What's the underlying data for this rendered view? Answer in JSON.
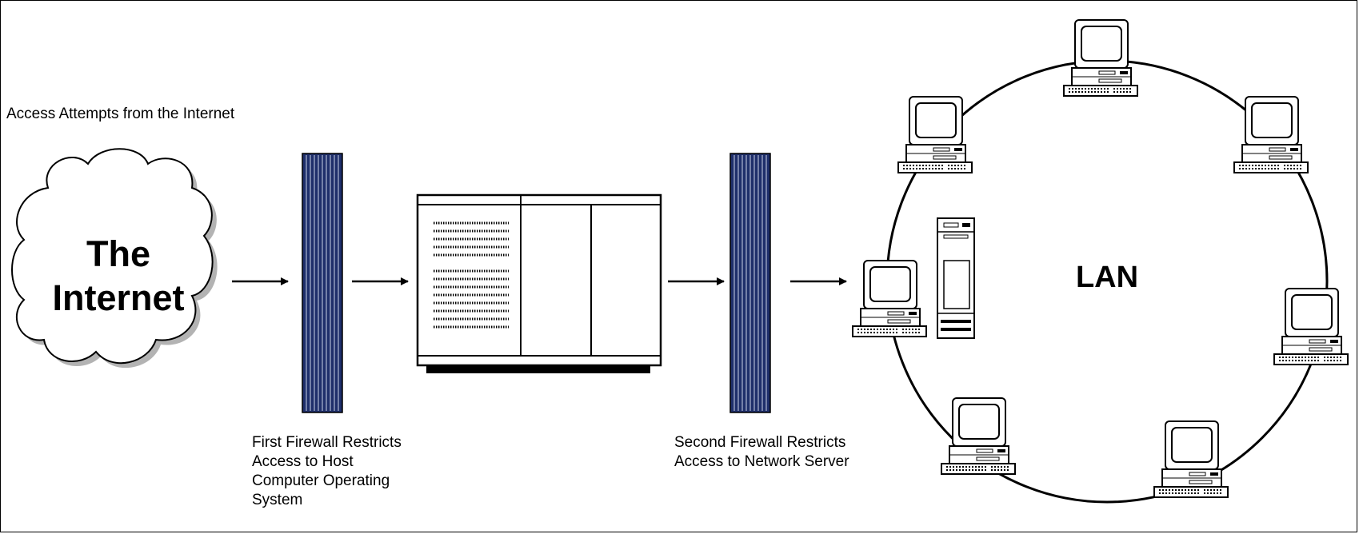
{
  "title": "Access Attempts from the Internet",
  "internet_label": "The\nInternet",
  "lan_label": "LAN",
  "first_firewall_label": "First Firewall Restricts\nAccess to Host\nComputer Operating\nSystem",
  "second_firewall_label": "Second Firewall Restricts\nAccess to Network Server",
  "colors": {
    "firewall": "#1f2f6b",
    "firewall_stripe": "#c9d0e6",
    "outline": "#000000",
    "cloud_shadow": "#b3b3b3"
  }
}
